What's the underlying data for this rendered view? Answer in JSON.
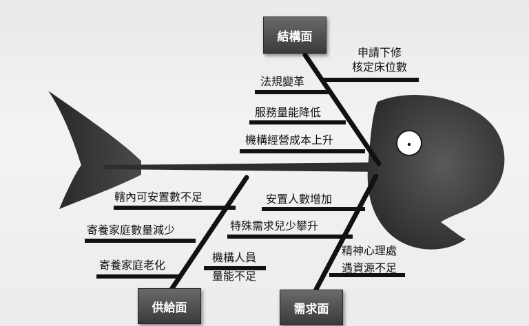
{
  "categories": {
    "top": "結構面",
    "bottom_left": "供給面",
    "bottom_right": "需求面"
  },
  "causes": {
    "top": {
      "apply_line1": "申請下修",
      "apply_line2": "核定床位數",
      "law": "法規變革",
      "service": "服務量能降低",
      "cost": "機構經營成本上升"
    },
    "supply": {
      "placement": "轄內可安置數不足",
      "family_decrease": "寄養家庭數量減少",
      "family_aging": "寄養家庭老化",
      "staff_line1": "機構人員",
      "staff_line2": "量能不足"
    },
    "demand": {
      "increase": "安置人數增加",
      "special": "特殊需求兒少攀升",
      "mental_line1": "精神心理處",
      "mental_line2": "遇資源不足"
    }
  },
  "colors": {
    "fish": "#3a3a3a",
    "box": "#4d4d4d",
    "line": "#111111"
  }
}
